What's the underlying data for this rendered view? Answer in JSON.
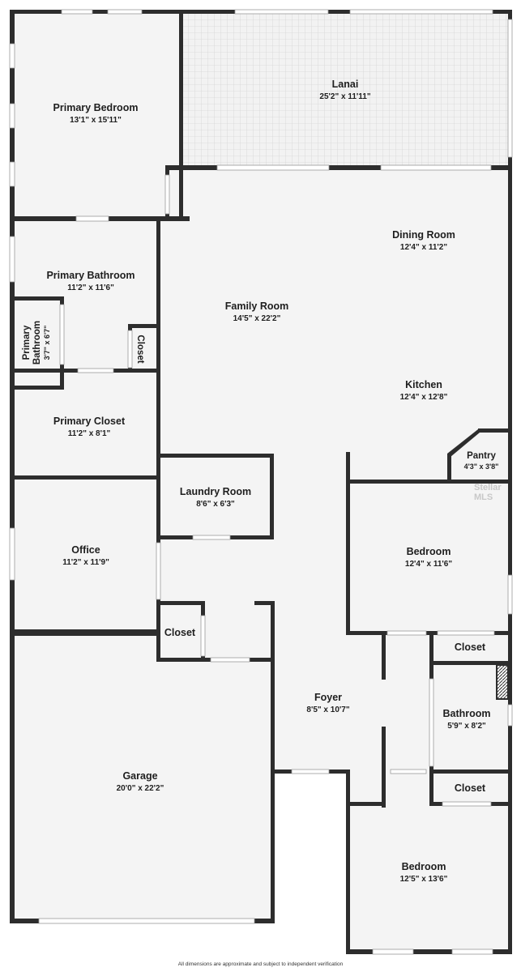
{
  "rooms": {
    "lanai": {
      "name": "Lanai",
      "dims": "25'2\" x 11'11\""
    },
    "primary_bedroom": {
      "name": "Primary Bedroom",
      "dims": "13'1\" x 15'11\""
    },
    "dining_room": {
      "name": "Dining Room",
      "dims": "12'4\" x 11'2\""
    },
    "primary_bathroom": {
      "name": "Primary Bathroom",
      "dims": "11'2\" x 11'6\""
    },
    "family_room": {
      "name": "Family Room",
      "dims": "14'5\" x 22'2\""
    },
    "primary_bathroom_small_1": {
      "name": "Primary",
      "dims": "3'7\" x 6'7\""
    },
    "primary_bathroom_small_2": {
      "name": "Bathroom"
    },
    "closet_primary_bath": {
      "name": "Closet"
    },
    "kitchen": {
      "name": "Kitchen",
      "dims": "12'4\" x 12'8\""
    },
    "primary_closet": {
      "name": "Primary Closet",
      "dims": "11'2\" x 8'1\""
    },
    "pantry": {
      "name": "Pantry",
      "dims": "4'3\" x 3'8\""
    },
    "laundry_room": {
      "name": "Laundry Room",
      "dims": "8'6\" x 6'3\""
    },
    "bedroom_1": {
      "name": "Bedroom",
      "dims": "12'4\" x 11'6\""
    },
    "office": {
      "name": "Office",
      "dims": "11'2\" x 11'9\""
    },
    "closet_hall": {
      "name": "Closet"
    },
    "closet_bedroom_1": {
      "name": "Closet"
    },
    "foyer": {
      "name": "Foyer",
      "dims": "8'5\" x 10'7\""
    },
    "bathroom": {
      "name": "Bathroom",
      "dims": "5'9\" x 8'2\""
    },
    "garage": {
      "name": "Garage",
      "dims": "20'0\" x 22'2\""
    },
    "closet_bedroom_2": {
      "name": "Closet"
    },
    "bedroom_2": {
      "name": "Bedroom",
      "dims": "12'5\" x 13'6\""
    }
  },
  "watermark": "Stellar MLS",
  "footer": "All dimensions are approximate and subject to independent verification",
  "colors": {
    "wall": "#2d2d2d",
    "floor": "#f4f4f4",
    "lanai_tile": "#e9e9e9"
  }
}
